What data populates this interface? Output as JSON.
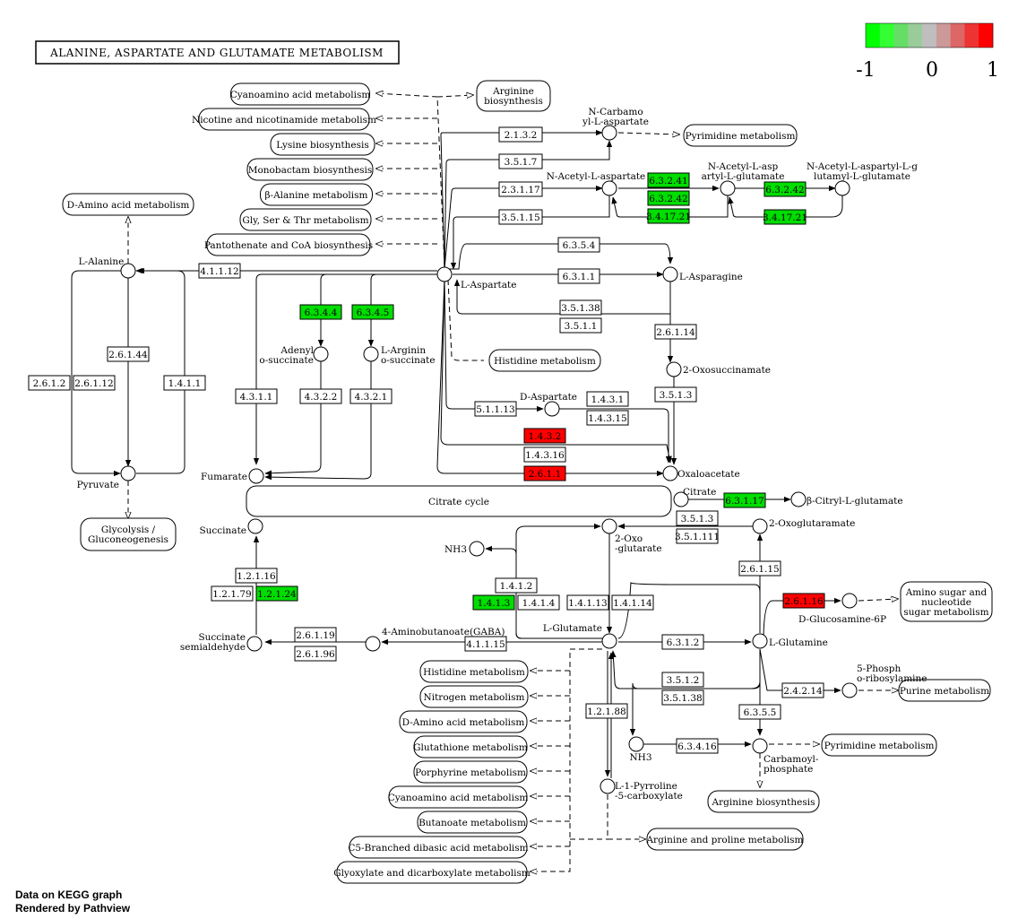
{
  "title": "ALANINE, ASPARTATE AND GLUTAMATE METABOLISM",
  "legend": {
    "min_label": "-1",
    "mid_label": "0",
    "max_label": "1",
    "colors": [
      "#00ff00",
      "#33ff33",
      "#66dd66",
      "#99cc99",
      "#bebebe",
      "#cc9999",
      "#dd6666",
      "#ee3333",
      "#ff0000"
    ]
  },
  "colors": {
    "up": "#ff0000",
    "down": "#00dd00",
    "none": "#ffffff",
    "line": "#000000"
  },
  "footer": {
    "line1": "Data on KEGG graph",
    "line2": "Rendered by Pathview"
  },
  "compounds": [
    {
      "id": "ala",
      "label": "L-Alanine"
    },
    {
      "id": "asp",
      "label": "L-Aspartate"
    },
    {
      "id": "asn",
      "label": "L-Asparagine"
    },
    {
      "id": "ncasp",
      "label": "N-Carbamoyl-L-aspartate"
    },
    {
      "id": "naasp",
      "label": "N-Acetyl-L-aspartate"
    },
    {
      "id": "naaglu",
      "label": "N-Acetyl-L-aspartyl-L-glutamate"
    },
    {
      "id": "naagglu",
      "label": "N-Acetyl-L-aspartyl-L-glutamyl-L-glutamate"
    },
    {
      "id": "adsucc",
      "label": "Adenylo-succinate"
    },
    {
      "id": "argsucc",
      "label": "L-Arginino-succinate"
    },
    {
      "id": "oxosucc",
      "label": "2-Oxosuccinamate"
    },
    {
      "id": "dasp",
      "label": "D-Aspartate"
    },
    {
      "id": "oaa",
      "label": "Oxaloacetate"
    },
    {
      "id": "fum",
      "label": "Fumarate"
    },
    {
      "id": "pyr",
      "label": "Pyruvate"
    },
    {
      "id": "cit",
      "label": "Citrate"
    },
    {
      "id": "bcitglu",
      "label": "β-Citryl-L-glutamate"
    },
    {
      "id": "succ",
      "label": "Succinate"
    },
    {
      "id": "akg",
      "label": "2-Oxo-glutarate"
    },
    {
      "id": "oxoglm",
      "label": "2-Oxoglutaramate"
    },
    {
      "id": "nh3a",
      "label": "NH3"
    },
    {
      "id": "ssa",
      "label": "Succinate semialdehyde"
    },
    {
      "id": "gaba",
      "label": "4-Aminobutanoate(GABA)"
    },
    {
      "id": "glu",
      "label": "L-Glutamate"
    },
    {
      "id": "gln",
      "label": "L-Glutamine"
    },
    {
      "id": "glcn6p",
      "label": "D-Glucosamine-6P"
    },
    {
      "id": "prpp",
      "label": "5-Phospho-ribosylamine"
    },
    {
      "id": "nh3b",
      "label": "NH3"
    },
    {
      "id": "cbp",
      "label": "Carbamoyl-phosphate"
    },
    {
      "id": "p5c",
      "label": "L-1-Pyrroline-5-carboxylate"
    }
  ],
  "enzymes": [
    {
      "id": "e1",
      "label": "2.1.3.2",
      "state": "none"
    },
    {
      "id": "e2",
      "label": "3.5.1.7",
      "state": "none"
    },
    {
      "id": "e3",
      "label": "2.3.1.17",
      "state": "none"
    },
    {
      "id": "e4",
      "label": "3.5.1.15",
      "state": "none"
    },
    {
      "id": "e5",
      "label": "6.3.2.41",
      "state": "down"
    },
    {
      "id": "e6",
      "label": "6.3.2.42",
      "state": "down"
    },
    {
      "id": "e7",
      "label": "3.4.17.21",
      "state": "down"
    },
    {
      "id": "e8",
      "label": "6.3.2.42",
      "state": "down"
    },
    {
      "id": "e9",
      "label": "3.4.17.21",
      "state": "down"
    },
    {
      "id": "e10",
      "label": "6.3.5.4",
      "state": "none"
    },
    {
      "id": "e11",
      "label": "6.3.1.1",
      "state": "none"
    },
    {
      "id": "e12",
      "label": "3.5.1.38",
      "state": "none"
    },
    {
      "id": "e13",
      "label": "3.5.1.1",
      "state": "none"
    },
    {
      "id": "e14",
      "label": "4.1.1.12",
      "state": "none"
    },
    {
      "id": "e15",
      "label": "6.3.4.4",
      "state": "down"
    },
    {
      "id": "e16",
      "label": "6.3.4.5",
      "state": "down"
    },
    {
      "id": "e17",
      "label": "2.6.1.44",
      "state": "none"
    },
    {
      "id": "e18",
      "label": "2.6.1.2",
      "state": "none"
    },
    {
      "id": "e19",
      "label": "2.6.1.12",
      "state": "none"
    },
    {
      "id": "e20",
      "label": "1.4.1.1",
      "state": "none"
    },
    {
      "id": "e21",
      "label": "4.3.1.1",
      "state": "none"
    },
    {
      "id": "e22",
      "label": "4.3.2.2",
      "state": "none"
    },
    {
      "id": "e23",
      "label": "4.3.2.1",
      "state": "none"
    },
    {
      "id": "e24",
      "label": "2.6.1.14",
      "state": "none"
    },
    {
      "id": "e25",
      "label": "3.5.1.3",
      "state": "none"
    },
    {
      "id": "e26",
      "label": "5.1.1.13",
      "state": "none"
    },
    {
      "id": "e27",
      "label": "1.4.3.1",
      "state": "none"
    },
    {
      "id": "e28",
      "label": "1.4.3.15",
      "state": "none"
    },
    {
      "id": "e29",
      "label": "1.4.3.2",
      "state": "up"
    },
    {
      "id": "e30",
      "label": "1.4.3.16",
      "state": "none"
    },
    {
      "id": "e31",
      "label": "2.6.1.1",
      "state": "up"
    },
    {
      "id": "e32",
      "label": "6.3.1.17",
      "state": "down"
    },
    {
      "id": "e33",
      "label": "3.5.1.3",
      "state": "none"
    },
    {
      "id": "e34",
      "label": "3.5.1.111",
      "state": "none"
    },
    {
      "id": "e35",
      "label": "1.2.1.16",
      "state": "none"
    },
    {
      "id": "e36",
      "label": "1.2.1.79",
      "state": "none"
    },
    {
      "id": "e37",
      "label": "1.2.1.24",
      "state": "down"
    },
    {
      "id": "e38",
      "label": "1.4.1.2",
      "state": "none"
    },
    {
      "id": "e39",
      "label": "1.4.1.3",
      "state": "down"
    },
    {
      "id": "e40",
      "label": "1.4.1.4",
      "state": "none"
    },
    {
      "id": "e41",
      "label": "1.4.1.13",
      "state": "none"
    },
    {
      "id": "e42",
      "label": "1.4.1.14",
      "state": "none"
    },
    {
      "id": "e43",
      "label": "2.6.1.15",
      "state": "none"
    },
    {
      "id": "e44",
      "label": "2.6.1.16",
      "state": "up"
    },
    {
      "id": "e45",
      "label": "2.6.1.19",
      "state": "none"
    },
    {
      "id": "e46",
      "label": "2.6.1.96",
      "state": "none"
    },
    {
      "id": "e47",
      "label": "4.1.1.15",
      "state": "none"
    },
    {
      "id": "e48",
      "label": "6.3.1.2",
      "state": "none"
    },
    {
      "id": "e49",
      "label": "3.5.1.2",
      "state": "none"
    },
    {
      "id": "e50",
      "label": "3.5.1.38",
      "state": "none"
    },
    {
      "id": "e51",
      "label": "2.4.2.14",
      "state": "none"
    },
    {
      "id": "e52",
      "label": "1.2.1.88",
      "state": "none"
    },
    {
      "id": "e53",
      "label": "6.3.5.5",
      "state": "none"
    },
    {
      "id": "e54",
      "label": "6.3.4.16",
      "state": "none"
    }
  ],
  "pathways": [
    {
      "id": "p1",
      "label": "Cyanoamino acid metabolism"
    },
    {
      "id": "p2",
      "label": "Arginine biosynthesis"
    },
    {
      "id": "p3",
      "label": "Nicotine and nicotinamide metabolism"
    },
    {
      "id": "p4",
      "label": "Lysine biosynthesis"
    },
    {
      "id": "p5",
      "label": "Monobactam biosynthesis"
    },
    {
      "id": "p6",
      "label": "β-Alanine metabolism"
    },
    {
      "id": "p7",
      "label": "Gly, Ser & Thr metabolism"
    },
    {
      "id": "p8",
      "label": "Pantothenate and CoA biosynthesis"
    },
    {
      "id": "p9",
      "label": "D-Amino acid metabolism"
    },
    {
      "id": "p10",
      "label": "Pyrimidine metabolism"
    },
    {
      "id": "p11",
      "label": "Histidine metabolism"
    },
    {
      "id": "p12",
      "label": "Glycolysis / Gluconeogenesis"
    },
    {
      "id": "p13",
      "label": "Citrate cycle"
    },
    {
      "id": "p14",
      "label": "Amino sugar and nucleotide sugar metabolism"
    },
    {
      "id": "p15",
      "label": "Histidine metabolism"
    },
    {
      "id": "p16",
      "label": "Nitrogen metabolism"
    },
    {
      "id": "p17",
      "label": "D-Amino acid metabolism"
    },
    {
      "id": "p18",
      "label": "Glutathione metabolism"
    },
    {
      "id": "p19",
      "label": "Porphyrine metabolism"
    },
    {
      "id": "p20",
      "label": "Cyanoamino acid metabolism"
    },
    {
      "id": "p21",
      "label": "Butanoate metabolism"
    },
    {
      "id": "p22",
      "label": "C5-Branched dibasic acid metabolism"
    },
    {
      "id": "p23",
      "label": "Glyoxylate and dicarboxylate metabolism"
    },
    {
      "id": "p24",
      "label": "Purine metabolism"
    },
    {
      "id": "p25",
      "label": "Pyrimidine metabolism"
    },
    {
      "id": "p26",
      "label": "Arginine biosynthesis"
    },
    {
      "id": "p27",
      "label": "Arginine and proline metabolism"
    }
  ]
}
